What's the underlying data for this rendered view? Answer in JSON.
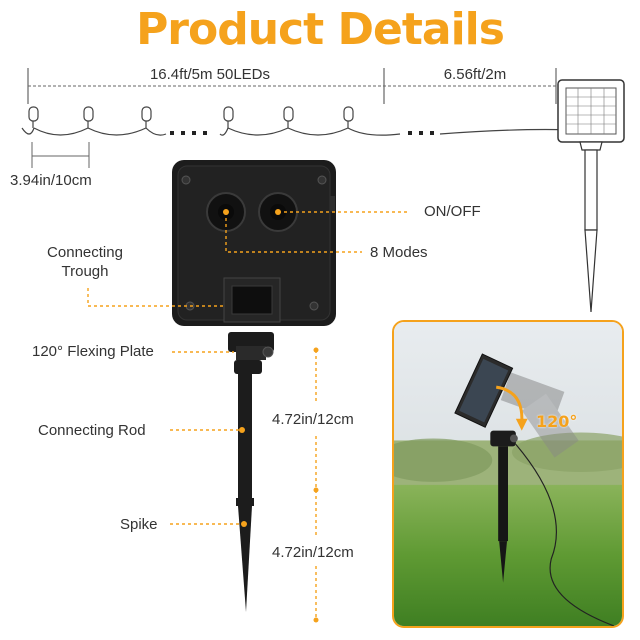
{
  "title": "Product Details",
  "dimensions": {
    "string_length": "16.4ft/5m 50LEDs",
    "lead_length": "6.56ft/2m",
    "led_spacing": "3.94in/10cm",
    "rod_length": "4.72in/12cm",
    "spike_length": "4.72in/12cm"
  },
  "callouts": {
    "on_off": "ON/OFF",
    "modes": "8 Modes",
    "trough_line1": "Connecting",
    "trough_line2": "Trough",
    "flex_plate": "120° Flexing Plate",
    "rod": "Connecting Rod",
    "spike": "Spike"
  },
  "photo": {
    "angle": "120°"
  },
  "colors": {
    "accent": "#f5a21c",
    "text": "#333333",
    "product": "#1c1c1c"
  }
}
